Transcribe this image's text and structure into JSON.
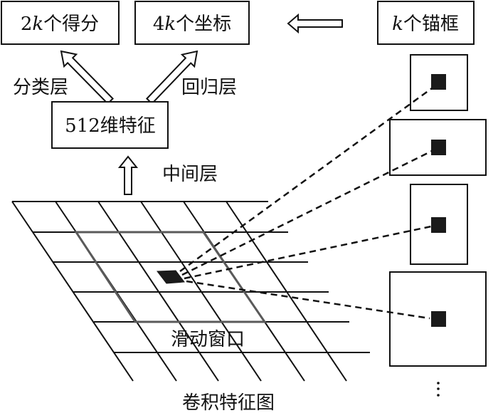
{
  "diagram": {
    "title": "Region Proposal Network (RPN) sliding-window structure",
    "output_boxes": {
      "scores": {
        "prefix": "2",
        "var": "k",
        "suffix": "个得分"
      },
      "coords": {
        "prefix": "4",
        "var": "k",
        "suffix": "个坐标"
      },
      "anchors": {
        "prefix": "",
        "var": "k",
        "suffix": "个锚框"
      }
    },
    "feature_box": {
      "label": "512维特征"
    },
    "labels": {
      "cls_layer": "分类层",
      "reg_layer": "回归层",
      "intermediate_layer": "中间层",
      "sliding_window": "滑动窗口",
      "conv_feature_map": "卷积特征图"
    },
    "anchor_box_count_shown": 4,
    "anchor_boxes": [
      {
        "shape": "square-small"
      },
      {
        "shape": "wide"
      },
      {
        "shape": "tall"
      },
      {
        "shape": "square-large"
      }
    ],
    "ellipsis": "⋮",
    "grid": {
      "rows": 6,
      "cols": 6,
      "window_rows": 3,
      "window_cols": 3
    },
    "colors": {
      "stroke": "#111111",
      "window": "#5a5a5a",
      "fill_dark": "#1a1a1a",
      "background": "#ffffff"
    }
  }
}
